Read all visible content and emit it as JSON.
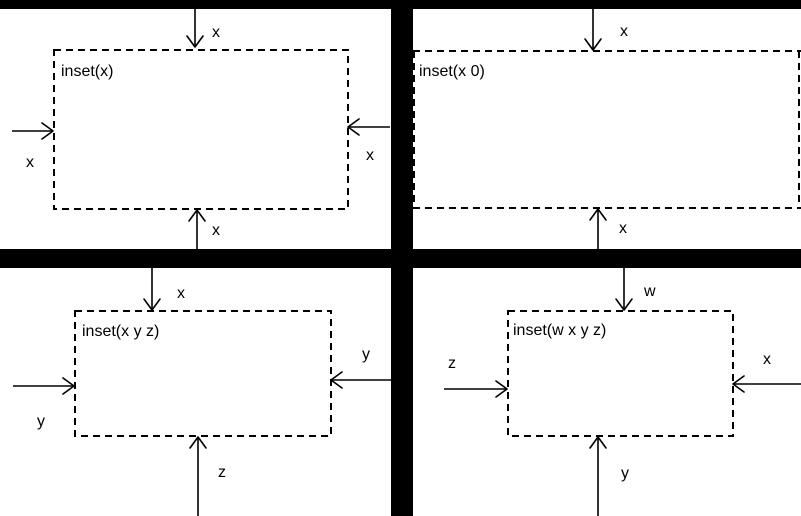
{
  "panels": {
    "p1": {
      "title": "inset(x)",
      "top": "x",
      "left": "x",
      "right": "x",
      "bottom": "x"
    },
    "p2": {
      "title": "inset(x 0)",
      "top": "x",
      "bottom": "x"
    },
    "p3": {
      "title": "inset(x y z)",
      "top": "x",
      "left": "y",
      "right": "y",
      "bottom": "z"
    },
    "p4": {
      "title": "inset(w x y z)",
      "top": "w",
      "left": "z",
      "right": "x",
      "bottom": "y"
    }
  }
}
